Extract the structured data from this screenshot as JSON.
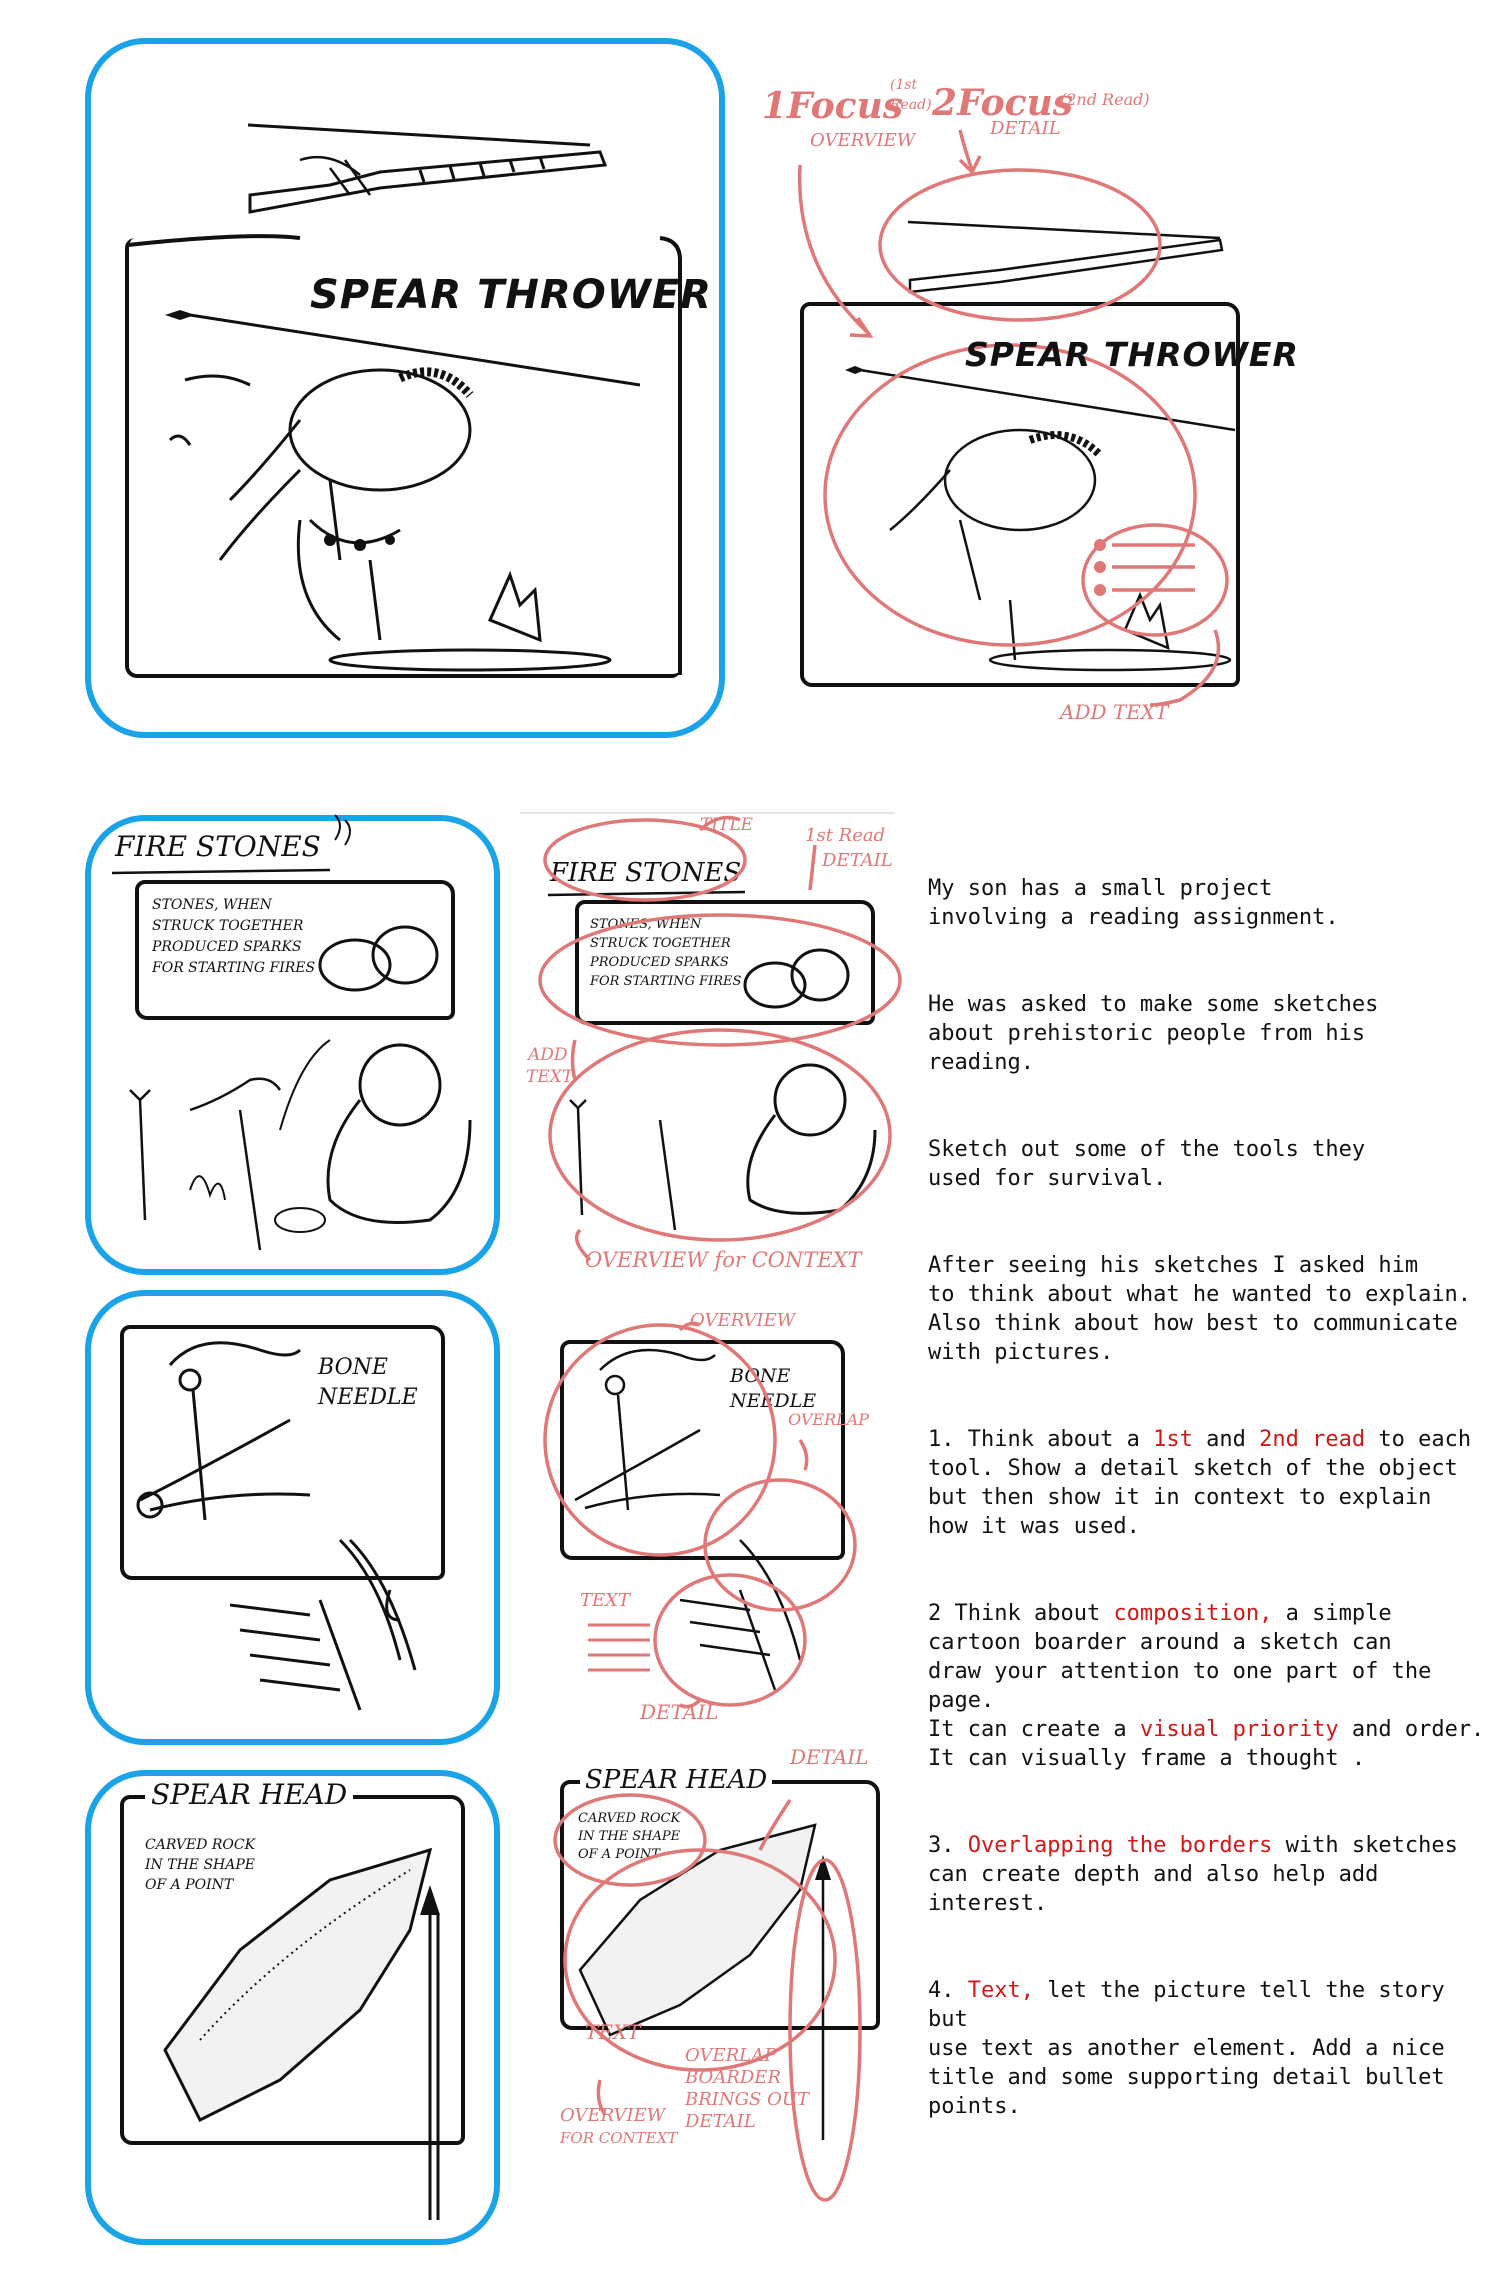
{
  "colors": {
    "panel_border": "#1aa3e8",
    "annotation": "#e07878",
    "highlight": "#d01818",
    "ink": "#111111"
  },
  "panel1": {
    "title": "SPEAR THROWER"
  },
  "panel1_annotated": {
    "title": "SPEAR THROWER",
    "focus1": "1Focus",
    "focus1_note": "(1st Read)",
    "focus1_sub": "OVERVIEW",
    "focus2": "2Focus",
    "focus2_note": "(2nd Read)",
    "focus2_sub": "DETAIL",
    "add_text": "ADD TEXT"
  },
  "fire_stones": {
    "title": "FIRE STONES",
    "caption": [
      "STONES, WHEN",
      "STRUCK TOGETHER",
      "PRODUCED SPARKS",
      "FOR STARTING FIRES"
    ]
  },
  "fire_stones_annotated": {
    "title": "FIRE STONES",
    "caption": [
      "STONES, WHEN",
      "STRUCK TOGETHER",
      "PRODUCED SPARKS",
      "FOR STARTING FIRES"
    ],
    "label_title": "TITLE",
    "label_read": "1st Read",
    "label_detail": "DETAIL",
    "label_add": "ADD",
    "label_text": "TEXT",
    "label_overview": "OVERVIEW for CONTEXT"
  },
  "bone_needle": {
    "title_line1": "BONE",
    "title_line2": "NEEDLE"
  },
  "bone_needle_annotated": {
    "title_line1": "BONE",
    "title_line2": "NEEDLE",
    "label_overview": "OVERVIEW",
    "label_overlap": "OVERLAP",
    "label_text": "TEXT",
    "label_detail": "DETAIL"
  },
  "spear_head": {
    "title": "SPEAR HEAD",
    "caption": [
      "CARVED ROCK",
      "IN THE SHAPE",
      "OF A POINT"
    ]
  },
  "spear_head_annotated": {
    "title": "SPEAR HEAD",
    "caption": [
      "CARVED ROCK",
      "IN THE SHAPE",
      "OF A POINT"
    ],
    "label_detail": "DETAIL",
    "label_text": "TEXT",
    "label_overlap": [
      "OVERLAP",
      "BOARDER",
      "BRINGS OUT",
      "DETAIL"
    ],
    "label_overview": [
      "OVERVIEW",
      "FOR CONTEXT"
    ]
  },
  "notes": {
    "p1": "My son has a small project\ninvolving a reading assignment.",
    "p2": "He was asked to make some sketches\nabout prehistoric people from his\nreading.",
    "p3": "Sketch out some of the tools they\nused for survival.",
    "p4": "After seeing his sketches I asked him\nto think about what he wanted to explain.\nAlso think about how best to communicate\nwith pictures.",
    "p5_a": "1. Think about a ",
    "p5_b": "1st",
    "p5_c": " and ",
    "p5_d": "2nd read",
    "p5_e": " to each\ntool.  Show a detail sketch of the object\nbut then show it in context to explain\nhow it was used.",
    "p6_a": "2 Think about ",
    "p6_b": "composition,",
    "p6_c": " a simple\ncartoon boarder around a sketch can\ndraw your attention to one part of the page.\nIt can create a ",
    "p6_d": "visual priority",
    "p6_e": " and order.\nIt can visually frame a thought .",
    "p7_a": "3. ",
    "p7_b": "Overlapping the borders",
    "p7_c": " with sketches\ncan create depth and also help add interest.",
    "p8_a": "4. ",
    "p8_b": "Text,",
    "p8_c": " let the picture tell the story but\nuse text as another element.  Add a nice\ntitle and some supporting detail bullet points."
  }
}
